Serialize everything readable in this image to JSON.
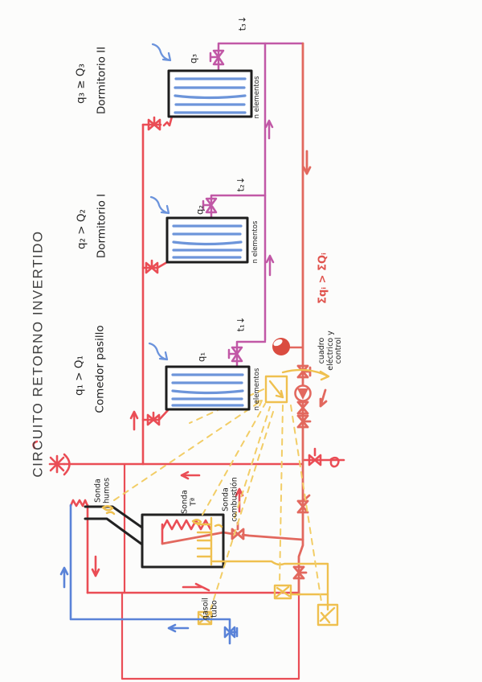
{
  "title": "CIRCUITO RETORNO INVERTIDO",
  "summary_formula": "Σqᵢ > ΣQᵢ",
  "rooms": [
    {
      "formula": "q₃ ≥ Q₃",
      "name": "Dormitorio II",
      "radiator_label": "q₃",
      "outlet_temp": "t₃↓",
      "elements": "n elementos"
    },
    {
      "formula": "q₂ > Q₂",
      "name": "Dormitorio I",
      "radiator_label": "q₂",
      "outlet_temp": "t₂↓",
      "elements": "n elementos"
    },
    {
      "formula": "q₁ > Q₁",
      "name": "Comedor pasillo",
      "radiator_label": "q₁",
      "outlet_temp": "t₁↓",
      "elements": "n elementos"
    }
  ],
  "control_panel": {
    "line1": "cuadro",
    "line2": "eléctrico y",
    "line3": "control"
  },
  "sensors": {
    "flue": {
      "line1": "Sonda",
      "line2": "humos"
    },
    "temperature": {
      "line1": "Sonda",
      "line2": "Tª"
    },
    "combustion": {
      "line1": "Sonda",
      "line2": "combustión"
    }
  },
  "fuel_pipe": {
    "line1": "gasoil",
    "line2": "tubo"
  },
  "colors": {
    "supply_red": "#ea4d55",
    "return_salmon": "#e2685e",
    "valve_magenta": "#c158a6",
    "water_blue": "#5a83d8",
    "electric_yellow": "#efc04f",
    "radiator_fin_blue": "#6d95da",
    "ink_black": "#222222",
    "title_gray": "#3f3f3f"
  }
}
